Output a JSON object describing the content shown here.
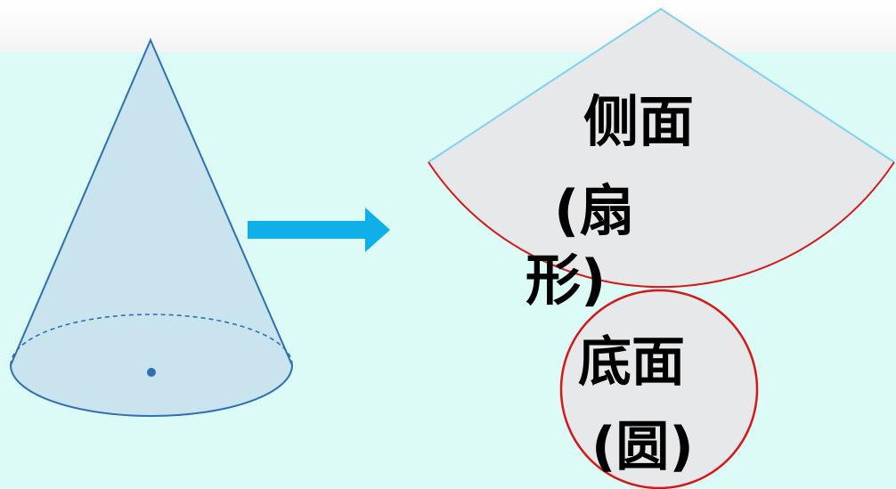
{
  "lateral_label": {
    "line1": "侧面",
    "line2": "(扇",
    "line3": "形)"
  },
  "base_label": {
    "line1": "底面",
    "line2": "(圆)"
  },
  "colors": {
    "panel_bg": "#dcfaf6",
    "cone_fill": "#c9e4ee",
    "cone_stroke": "#2f6fb3",
    "arrow": "#0fb0ea",
    "sector_fill": "#e6e8ea",
    "sector_straight_edge": "#7fd2f0",
    "sector_arc": "#d81818",
    "circle_stroke": "#d81818",
    "circle_fill": "#e6e8ea"
  },
  "icons": [
    "cone-shape",
    "right-arrow-icon",
    "sector-shape",
    "base-circle-shape"
  ]
}
